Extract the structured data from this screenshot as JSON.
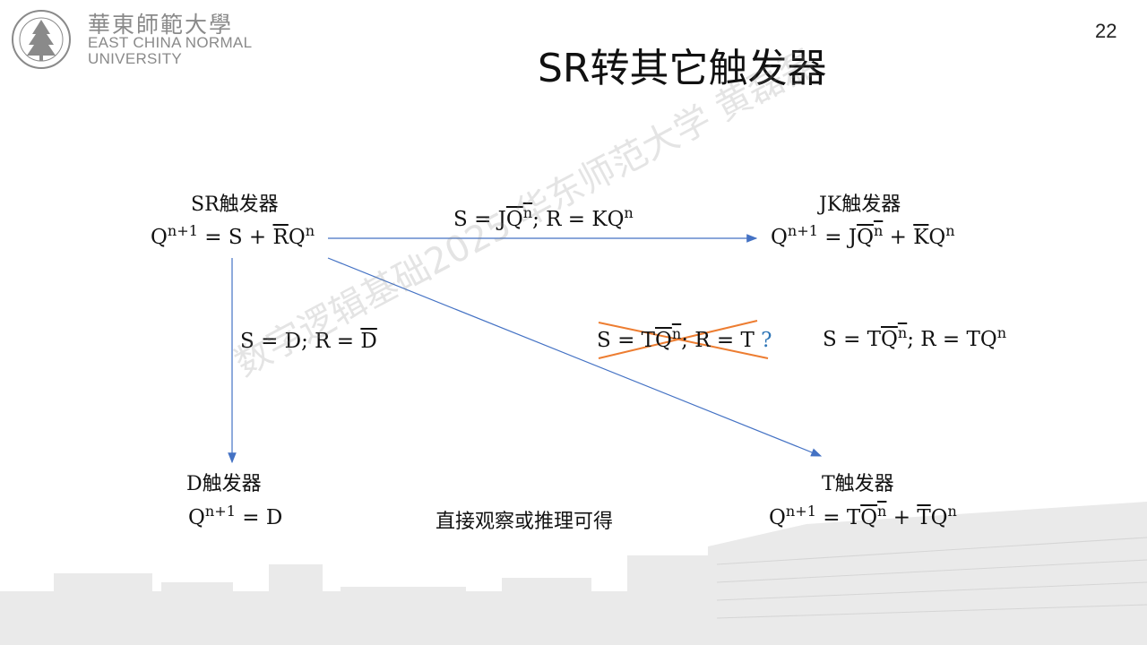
{
  "header": {
    "university_cn": "華東師範大學",
    "university_en_line1": "EAST CHINA NORMAL",
    "university_en_line2": "UNIVERSITY",
    "page_number": "22"
  },
  "title": "SR转其它触发器",
  "nodes": {
    "sr": {
      "label": "SR触发器",
      "q": "Q",
      "next": "n+1",
      "eq": " = S + ",
      "rbar": "R",
      "qn": "Q",
      "n": "n"
    },
    "jk": {
      "label": "JK触发器",
      "q": "Q",
      "next": "n+1",
      "eq": " = J",
      "qbar": "Q",
      "n1": "n",
      "plus": " + ",
      "kbar": "K",
      "q2": "Q",
      "n2": "n"
    },
    "d": {
      "label": "D触发器",
      "q": "Q",
      "next": "n+1",
      "eq": " = D"
    },
    "t": {
      "label": "T触发器",
      "q": "Q",
      "next": "n+1",
      "eq": " = T",
      "qbar": "Q",
      "n1": "n",
      "plus": " + ",
      "tbar": "T",
      "q2": "Q",
      "n2": "n"
    }
  },
  "edges": {
    "sr_to_jk": {
      "s": "S = J",
      "qbar": "Q",
      "n": "n",
      "r": "; R = KQ",
      "n2": "n"
    },
    "sr_to_d": {
      "s": "S = D; R = ",
      "dbar": "D"
    },
    "crossed": {
      "s": "S = T",
      "qbar": "Q",
      "n": "n",
      "r": "; R = T",
      "question": "?"
    },
    "sr_to_t": {
      "s": "S = T",
      "qbar": "Q",
      "n": "n",
      "r": "; R = TQ",
      "n2": "n"
    }
  },
  "note": "直接观察或推理可得",
  "watermark": "数字逻辑基础2025 华东师范大学 黄磊磊",
  "colors": {
    "arrow": "#4472c4",
    "cross": "#ed7d31",
    "question": "#2e75b6",
    "logo_gray": "#8a8a8a"
  }
}
